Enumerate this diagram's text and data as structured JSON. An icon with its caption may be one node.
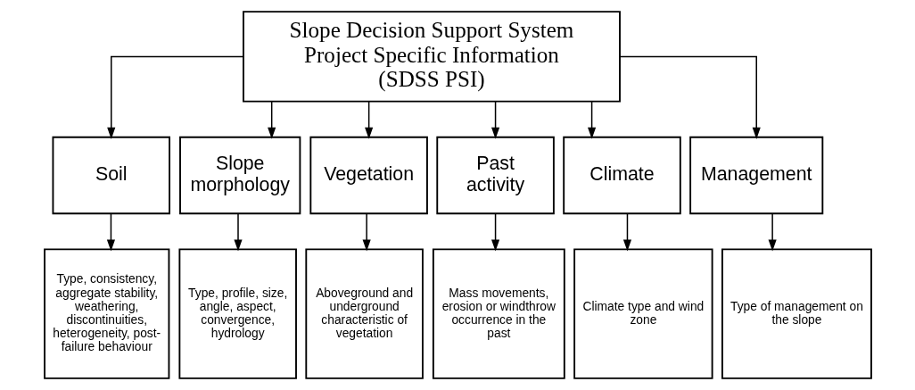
{
  "diagram": {
    "nodes": [
      {
        "text": [
          "Slope Decision Support System Project Specific Information (SDSS PSI)"
        ]
      },
      {
        "text": [
          "Soil"
        ]
      },
      {
        "text": [
          "Slope morphology"
        ]
      },
      {
        "text": [
          "Vegetation"
        ]
      },
      {
        "text": [
          "Past activity"
        ]
      },
      {
        "text": [
          "Climate"
        ]
      },
      {
        "text": [
          "Management"
        ]
      },
      {
        "text": [
          "Type, consistency, aggregate stability, weathering, discontinuities, heterogeneity, post-failure behaviour"
        ]
      },
      {
        "text": [
          "Type, profile, size, angle, aspect, convergence, hydrology"
        ]
      },
      {
        "text": [
          "Aboveground and underground characteristic of vegetation"
        ]
      },
      {
        "text": [
          "Mass movements, erosion or windthrow occurrence in the past"
        ]
      },
      {
        "text": [
          "Climate type and wind zone"
        ]
      },
      {
        "text": [
          "Type of management on the slope"
        ]
      }
    ],
    "edges": [
      {
        "from": 0,
        "to": 1,
        "arrow": "to"
      },
      {
        "from": 0,
        "to": 2,
        "arrow": "to"
      },
      {
        "from": 0,
        "to": 3,
        "arrow": "to"
      },
      {
        "from": 0,
        "to": 4,
        "arrow": "to"
      },
      {
        "from": 0,
        "to": 5,
        "arrow": "to"
      },
      {
        "from": 0,
        "to": 6,
        "arrow": "to"
      },
      {
        "from": 1,
        "to": 7,
        "arrow": "to"
      },
      {
        "from": 2,
        "to": 8,
        "arrow": "to"
      },
      {
        "from": 3,
        "to": 9,
        "arrow": "to"
      },
      {
        "from": 4,
        "to": 10,
        "arrow": "to"
      },
      {
        "from": 5,
        "to": 11,
        "arrow": "to"
      },
      {
        "from": 6,
        "to": 12,
        "arrow": "to"
      }
    ]
  }
}
